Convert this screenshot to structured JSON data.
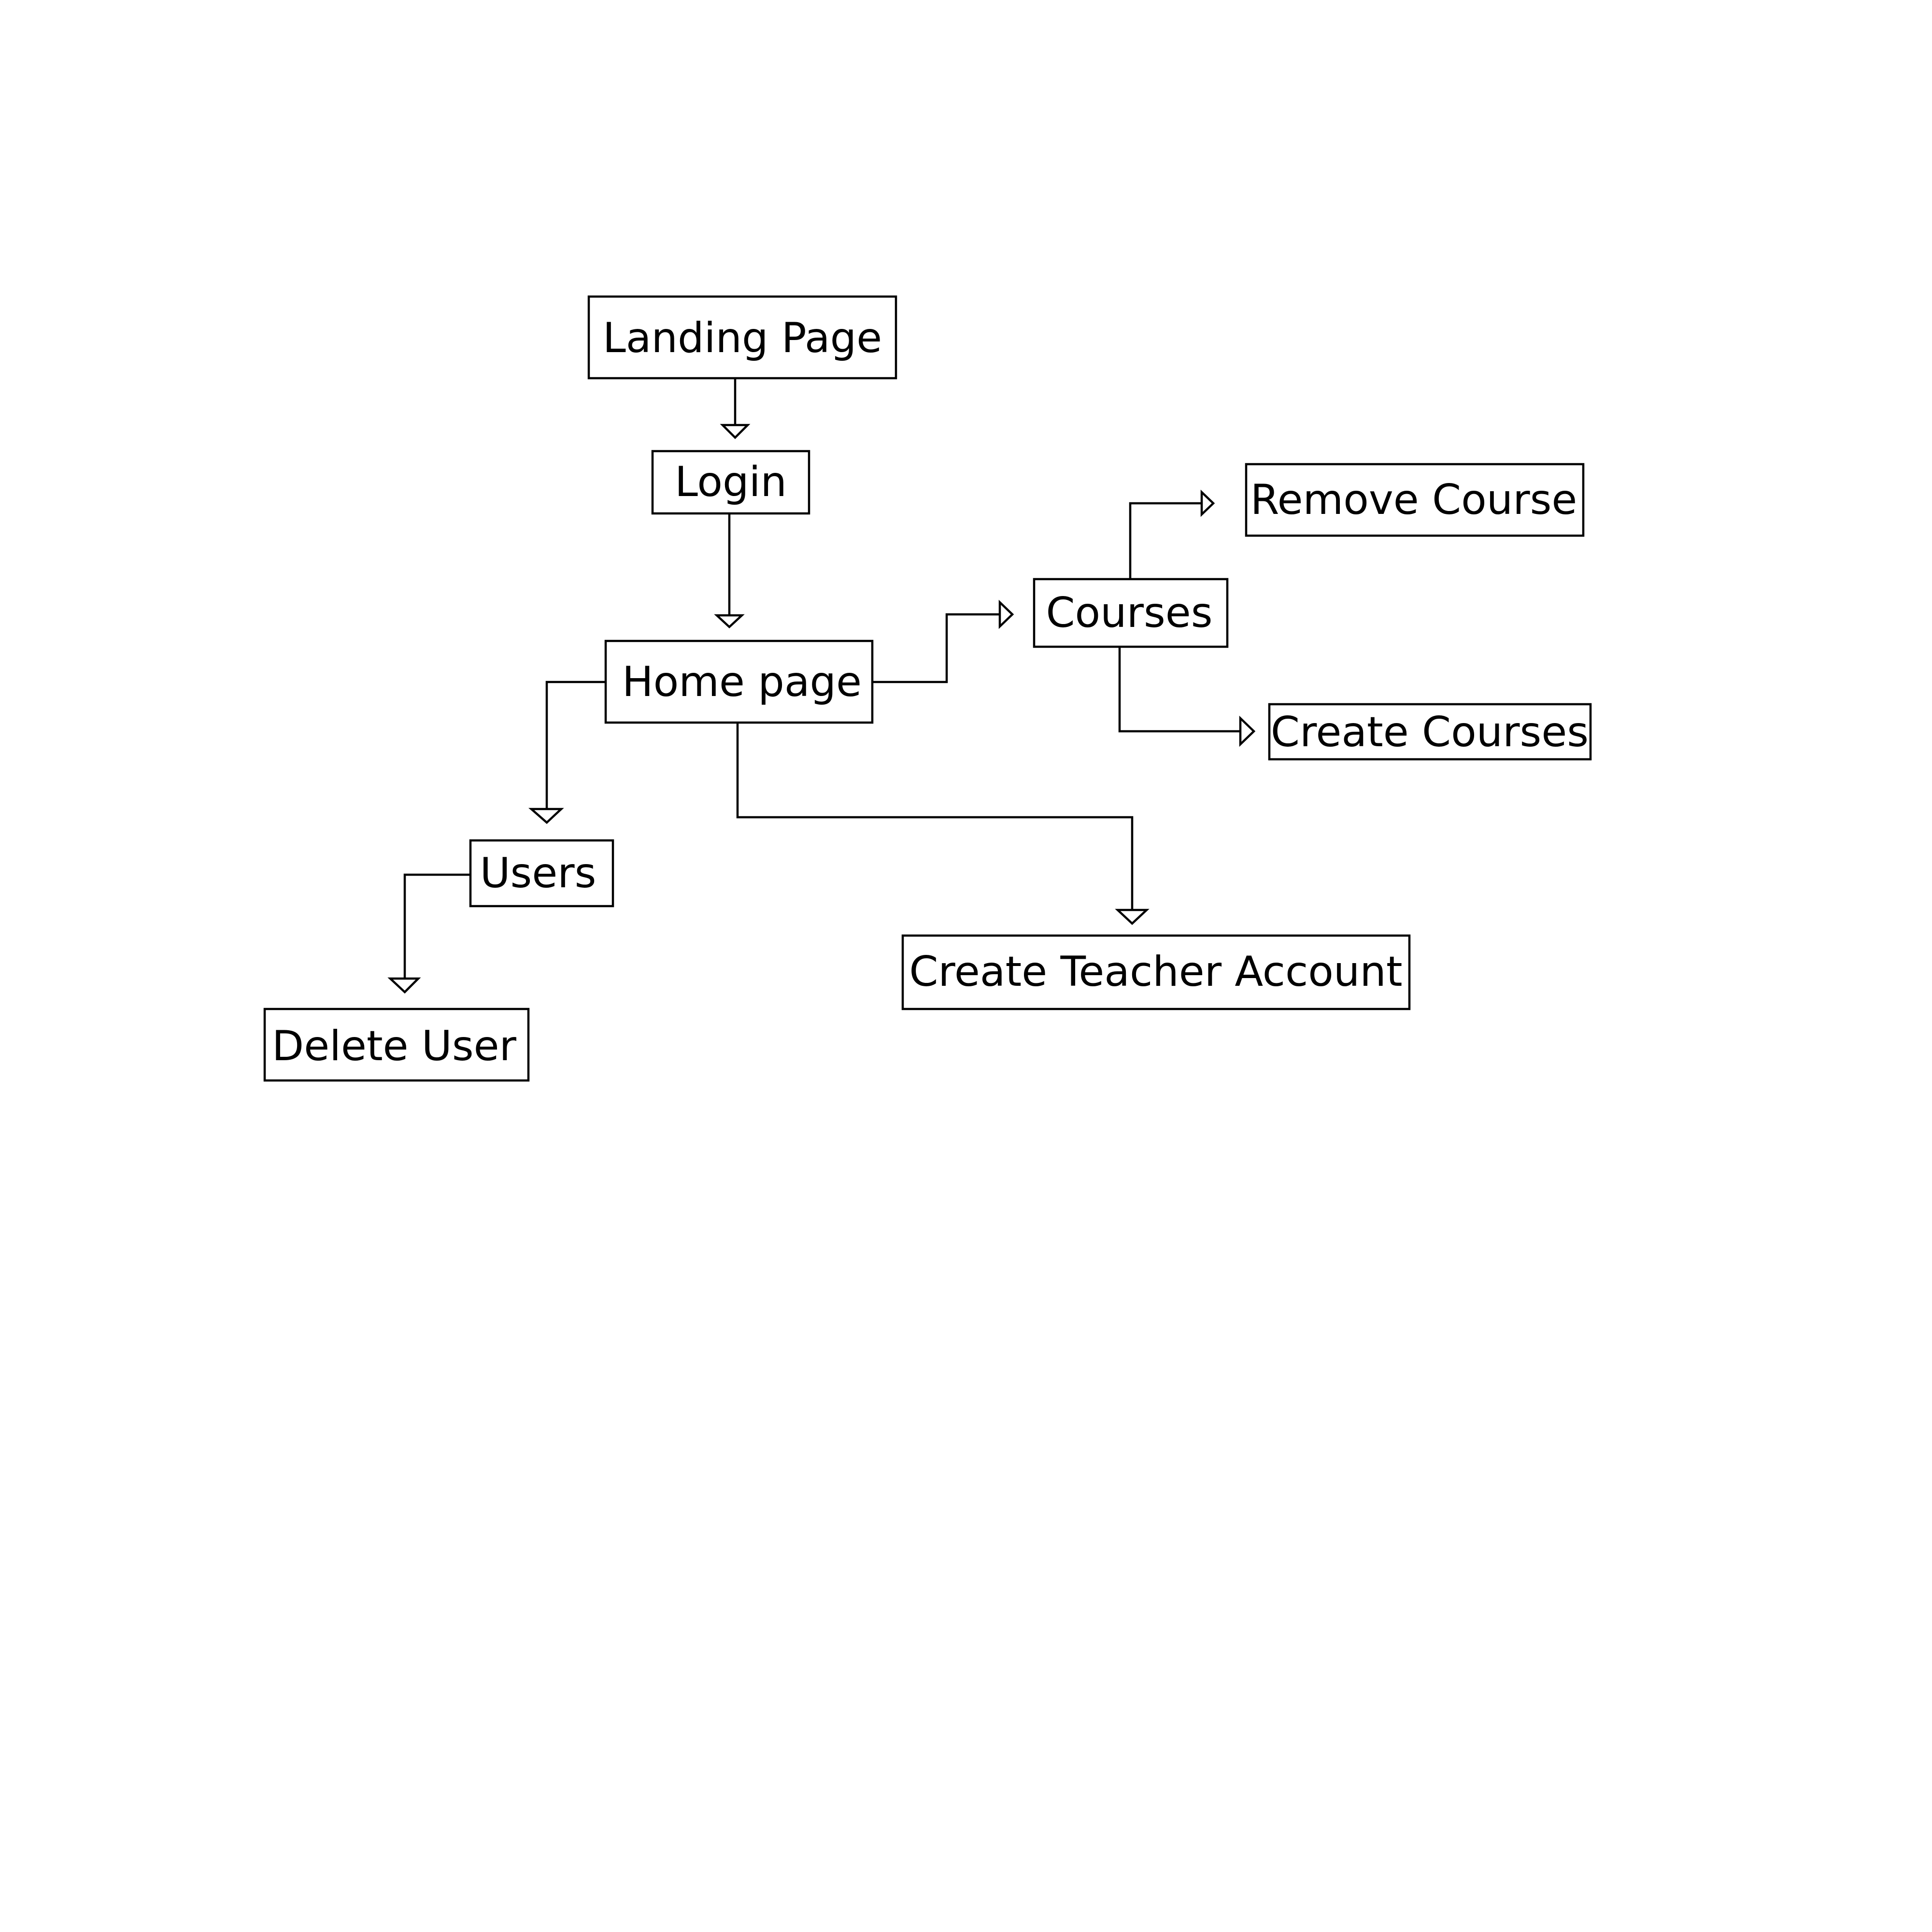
{
  "diagram": {
    "nodes": {
      "landing_page": "Landing Page",
      "login": "Login",
      "home_page": "Home page",
      "courses": "Courses",
      "remove_course": "Remove Course",
      "create_courses": "Create Courses",
      "users": "Users",
      "delete_user": "Delete User",
      "create_teacher_account": "Create Teacher Account"
    },
    "edges": [
      {
        "from": "Landing Page",
        "to": "Login"
      },
      {
        "from": "Login",
        "to": "Home page"
      },
      {
        "from": "Home page",
        "to": "Courses"
      },
      {
        "from": "Courses",
        "to": "Remove Course"
      },
      {
        "from": "Courses",
        "to": "Create Courses"
      },
      {
        "from": "Home page",
        "to": "Users"
      },
      {
        "from": "Users",
        "to": "Delete User"
      },
      {
        "from": "Home page",
        "to": "Create Teacher Account"
      }
    ],
    "colors": {
      "stroke": "#000000",
      "background": "#ffffff"
    }
  }
}
